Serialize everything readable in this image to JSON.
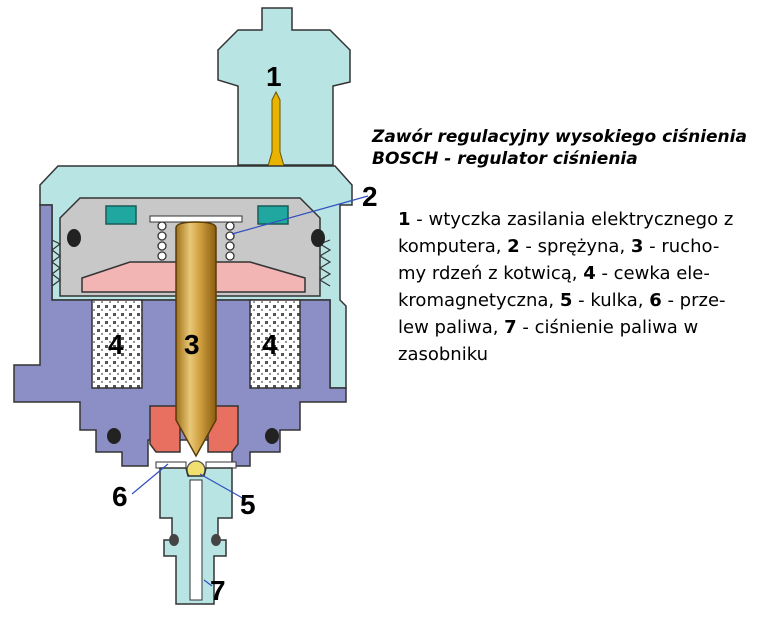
{
  "title": {
    "line1": "Zawór regulacyjny wysokiego ciśnienia",
    "line2": "BOSCH - regulator ciśnienia"
  },
  "legend_lines": [
    [
      {
        "t": "1",
        "b": true
      },
      {
        "t": " - wtyczka zasilania elektrycznego z"
      }
    ],
    [
      {
        "t": "komputera, "
      },
      {
        "t": "2",
        "b": true
      },
      {
        "t": " - sprężyna, "
      },
      {
        "t": "3",
        "b": true
      },
      {
        "t": " - rucho-"
      }
    ],
    [
      {
        "t": "my rdzeń z kotwicą, "
      },
      {
        "t": "4",
        "b": true
      },
      {
        "t": " - cewka ele-"
      }
    ],
    [
      {
        "t": "kromagnetyczna, "
      },
      {
        "t": "5",
        "b": true
      },
      {
        "t": " - kulka, "
      },
      {
        "t": "6",
        "b": true
      },
      {
        "t": " - prze-"
      }
    ],
    [
      {
        "t": "lew paliwa, "
      },
      {
        "t": "7",
        "b": true
      },
      {
        "t": " - ciśnienie paliwa w"
      }
    ],
    [
      {
        "t": "zasobniku"
      }
    ]
  ],
  "labels": {
    "n1": "1",
    "n2": "2",
    "n3": "3",
    "n4a": "4",
    "n4b": "4",
    "n5": "5",
    "n6": "6",
    "n7": "7"
  },
  "colors": {
    "connector": "#b8e4e4",
    "body": "#8c8ec6",
    "cap": "#c8c8c8",
    "armature_plate": "#f3b4b4",
    "core": "#c8a040",
    "seal": "#e87060",
    "teal": "#20a8a0"
  }
}
